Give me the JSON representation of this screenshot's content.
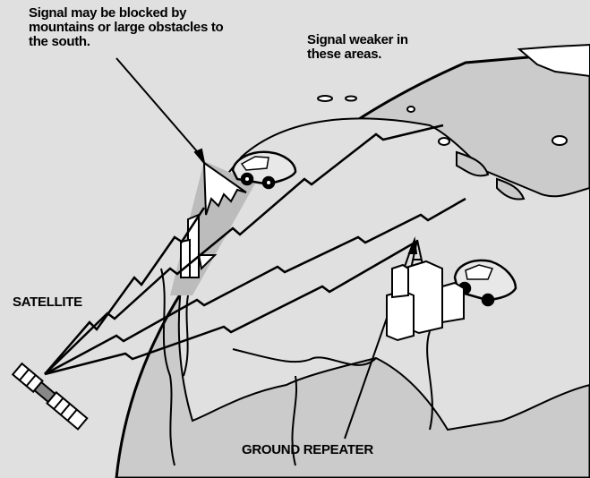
{
  "labels": {
    "blocked": "Signal may be blocked by\nmountains or large obstacles to\nthe south.",
    "weaker": "Signal weaker in\nthese areas.",
    "satellite": "SATELLITE",
    "repeater": "GROUND REPEATER"
  },
  "colors": {
    "background": "#e0e0e0",
    "globe": "#cbcbcb",
    "land": "#e0e0e0",
    "ink": "#000000",
    "white": "#ffffff"
  }
}
